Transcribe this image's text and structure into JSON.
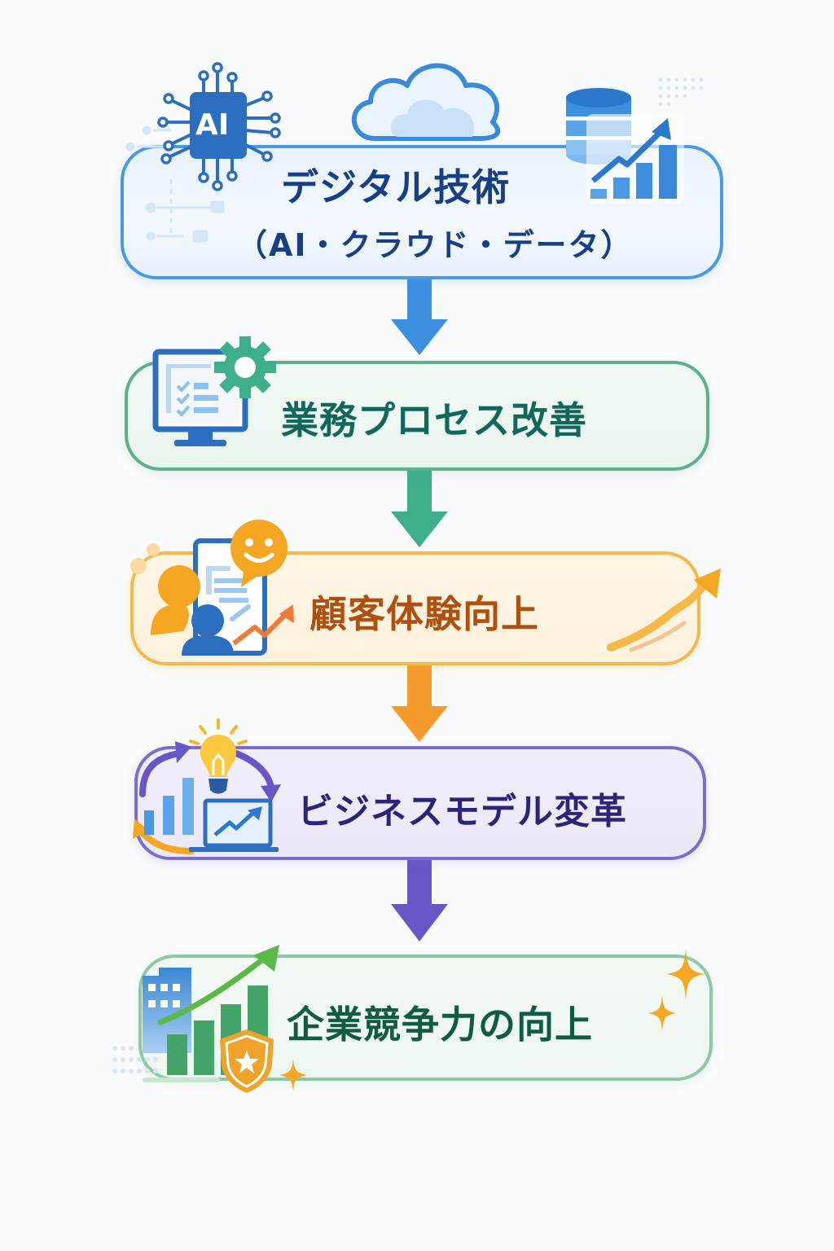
{
  "diagram": {
    "type": "vertical-flow",
    "stages": [
      {
        "id": "digital-technology",
        "title": "デジタル技術",
        "subtitle": "（AI・クラウド・データ）",
        "chip_label": "AI",
        "color": "#4a9ae0",
        "text_color": "#163f86",
        "icons": [
          "ai-chip-icon",
          "cloud-icon",
          "database-icon",
          "growth-chart-icon"
        ]
      },
      {
        "id": "business-process",
        "title": "業務プロセス改善",
        "color": "#5cb08c",
        "text_color": "#10685a",
        "icons": [
          "monitor-checklist-icon",
          "gear-icon"
        ]
      },
      {
        "id": "customer-experience",
        "title": "顧客体験向上",
        "color": "#f5b84a",
        "text_color": "#b0500f",
        "icons": [
          "customer-icon",
          "smile-bubble-icon",
          "trend-arrow-icon"
        ]
      },
      {
        "id": "business-model",
        "title": "ビジネスモデル変革",
        "color": "#7d6ccf",
        "text_color": "#2b2478",
        "icons": [
          "lightbulb-icon",
          "cycle-arrows-icon",
          "laptop-chart-icon"
        ]
      },
      {
        "id": "competitiveness",
        "title": "企業競争力の向上",
        "color": "#8dc9a3",
        "text_color": "#0f5b44",
        "icons": [
          "building-icon",
          "bar-growth-icon",
          "shield-star-icon",
          "sparkle-icon"
        ]
      }
    ],
    "connectors": [
      {
        "from": "digital-technology",
        "to": "business-process",
        "color": "#3d8fe0"
      },
      {
        "from": "business-process",
        "to": "customer-experience",
        "color": "#3fae8a"
      },
      {
        "from": "customer-experience",
        "to": "business-model",
        "color": "#f59a2c"
      },
      {
        "from": "business-model",
        "to": "competitiveness",
        "color": "#6a55c6"
      }
    ]
  }
}
